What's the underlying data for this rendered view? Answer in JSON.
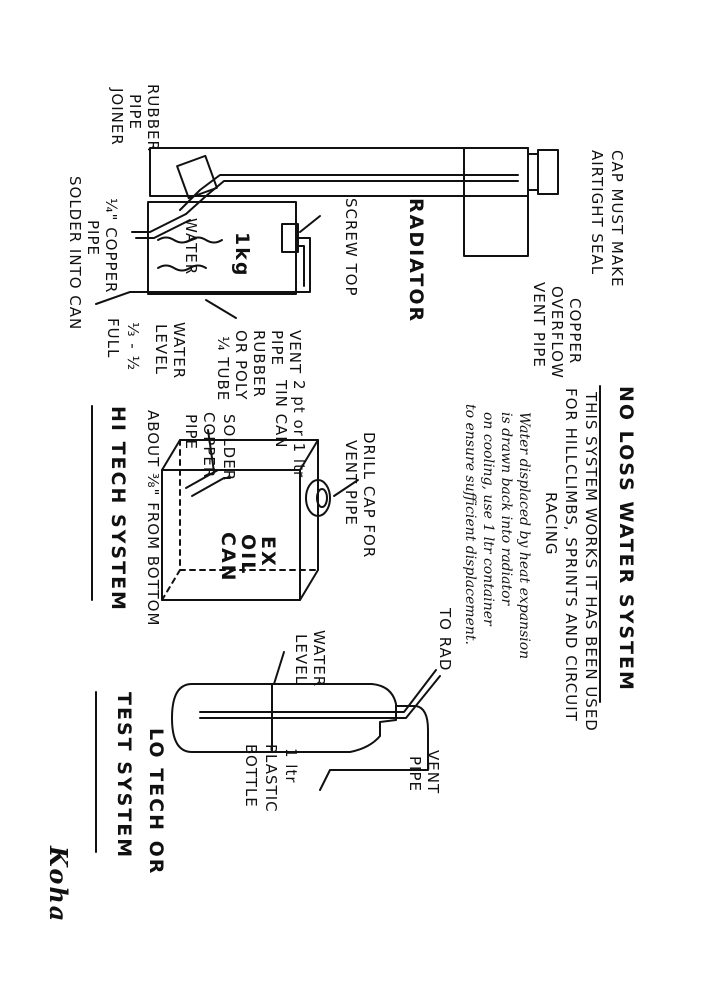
{
  "title": "NO LOSS WATER SYSTEM",
  "intro": {
    "line1": "THIS SYSTEM WORKS IT HAS BEEN USED",
    "line2": "FOR HILLCLIMBS, SPRINTS AND CIRCUIT",
    "line3": "RACING"
  },
  "note": {
    "line1": "Water displaced by heat expansion",
    "line2": "is drawn back into radiator",
    "line3": "on cooling, use 1 ltr container",
    "line4": "to ensure sufficient displacement."
  },
  "radiator": {
    "title": "RADIATOR",
    "cap_line1": "CAP MUST MAKE",
    "cap_line2": "AIRTIGHT SEAL",
    "overflow_line1": "COPPER",
    "overflow_line2": "OVERFLOW",
    "overflow_line3": "VENT PIPE",
    "joiner_line1": "RUBBER",
    "joiner_line2": "PIPE",
    "joiner_line3": "JOINER",
    "copper_pipe_line1": "¼\" COPPER",
    "copper_pipe_line2": "PIPE",
    "solder": "SOLDER INTO CAN",
    "can_label": "1kg",
    "can_water": "WATER",
    "screw_top": "SCREW TOP",
    "vent_line1": "VENT",
    "vent_line2": "PIPE",
    "tube_line1": "RUBBER",
    "tube_line2": "OR POLY",
    "tube_line3": "¼ TUBE",
    "level_line1": "WATER",
    "level_line2": "LEVEL",
    "level_line3": "⅓ - ½",
    "level_line4": "FULL"
  },
  "hi_tech": {
    "title": "HI TECH SYSTEM",
    "tin_line1": "2 pt or 1 ltr",
    "tin_line2": "TIN CAN",
    "drill_line1": "DRILL CAP FOR",
    "drill_line2": "VENT PIPE",
    "solder_line1": "SOLDER",
    "solder_line2": "COPPER",
    "solder_line3": "PIPE",
    "solder_line4": "ABOUT ⅜\" FROM BOTTOM",
    "can_line1": "EX",
    "can_line2": "OIL",
    "can_line3": "CAN"
  },
  "lo_tech": {
    "title_line1": "LO TECH OR",
    "title_line2": "TEST SYSTEM",
    "to_rad": "TO RAD",
    "level_line1": "WATER",
    "level_line2": "LEVEL",
    "vent_line1": "VENT",
    "vent_line2": "PIPE",
    "bottle_line1": "1 ltr",
    "bottle_line2": "PLASTIC",
    "bottle_line3": "BOTTLE"
  },
  "signature": "Koha"
}
